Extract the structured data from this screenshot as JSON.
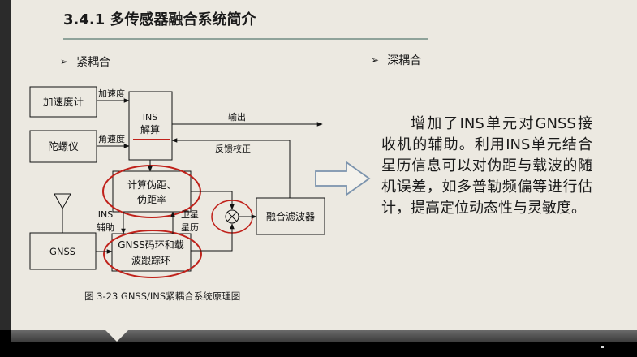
{
  "title": "3.4.1 多传感器融合系统简介",
  "left_heading": "紧耦合",
  "right_heading": "深耦合",
  "right_text": "增加了INS单元对GNSS接收机的辅助。利用INS单元结合星历信息可以对伪距与载波的随机误差，如多普勒频偏等进行估计，提高定位动态性与灵敏度。",
  "diagram": {
    "accelerometer": "加速度计",
    "gyroscope": "陀螺仪",
    "acc_label": "加速度",
    "ang_label": "角速度",
    "ins_line1": "INS",
    "ins_line2": "解算",
    "output_label": "输出",
    "feedback_label": "反馈校正",
    "calc_line1": "计算伪距、",
    "calc_line2": "伪距率",
    "filter": "融合滤波器",
    "ins_aid_line1": "INS",
    "ins_aid_line2": "辅助",
    "ephem_line1": "卫星",
    "ephem_line2": "星历",
    "gnss": "GNSS",
    "track_line1": "GNSS码环和载",
    "track_line2": "波跟踪环",
    "caption": "图  3-23 GNSS/INS紧耦合系统原理图"
  },
  "colors": {
    "highlight": "#c0221b",
    "arrow_outline": "#7b93ad"
  }
}
